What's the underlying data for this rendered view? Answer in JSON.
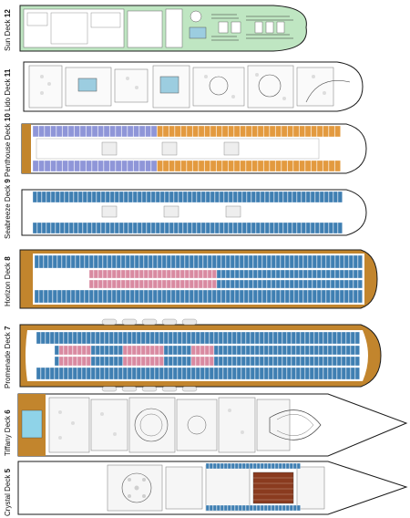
{
  "decks": [
    {
      "name": "Sun Deck",
      "number": "12"
    },
    {
      "name": "Lido Deck",
      "number": "11"
    },
    {
      "name": "Penthouse Deck",
      "number": "10"
    },
    {
      "name": "Seabreeze Deck",
      "number": "9"
    },
    {
      "name": "Horizon Deck",
      "number": "8"
    },
    {
      "name": "Promenade Deck",
      "number": "7"
    },
    {
      "name": "Tiffany Deck",
      "number": "6"
    },
    {
      "name": "Crystal Deck",
      "number": "5"
    }
  ],
  "colors": {
    "hull_outline": "#1a1a1a",
    "sun_deck_green": "#bfe6c2",
    "penthouse_blue": "#8f96d8",
    "penthouse_orange": "#e39a3f",
    "cabin_blue": "#3f7fb2",
    "cabin_pink": "#d98aa1",
    "deck_wood": "#c2852d",
    "pool_blue": "#8fd3e8",
    "theater_brown": "#8a3b1f"
  }
}
